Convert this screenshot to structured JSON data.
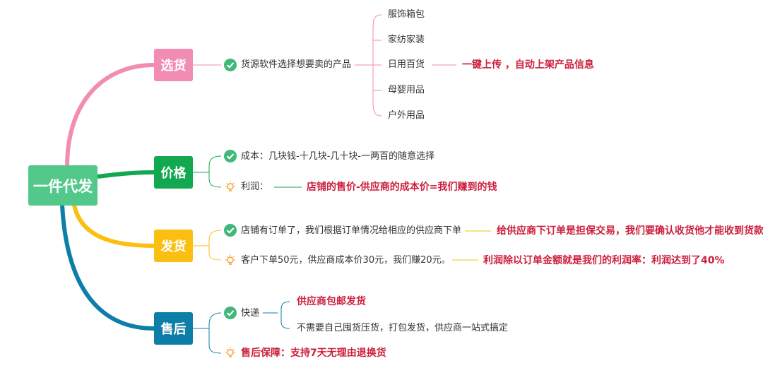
{
  "root": {
    "label": "一件代发",
    "color": "#52c88a"
  },
  "branches": {
    "xuanhuo": {
      "label": "选货",
      "color": "#f18cb2",
      "items": [
        {
          "icon": "check-icon",
          "text": "货源软件选择想要卖的产品"
        }
      ],
      "sub": [
        "服饰箱包",
        "家纺家装",
        "日用百货",
        "母婴用品",
        "户外用品"
      ],
      "note": "一键上传 ，自动上架产品信息"
    },
    "jiage": {
      "label": "价格",
      "color": "#12a84f",
      "items": [
        {
          "icon": "check-icon",
          "text": "成本：几块钱-十几块-几十块-一两百的随意选择"
        },
        {
          "icon": "bulb-icon",
          "text": "利润："
        }
      ],
      "note": "店铺的售价-供应商的成本价=我们赚到的钱"
    },
    "fahuo": {
      "label": "发货",
      "color": "#fbbf12",
      "items": [
        {
          "icon": "check-icon",
          "text": "店铺有订单了，我们根据订单情况给相应的供应商下单"
        },
        {
          "icon": "bulb-icon",
          "text": "客户下单50元，供应商成本价30元，我们赚20元。"
        }
      ],
      "notes": [
        "给供应商下订单是担保交易，我们要确认收货他才能收到货款",
        "利润除以订单金额就是我们的利润率：利润达到了40%"
      ]
    },
    "shouhou": {
      "label": "售后",
      "color": "#0d7ea8",
      "items": [
        {
          "icon": "check-icon",
          "text": "快递"
        },
        {
          "icon": "bulb-icon",
          "text": "售后保障：支持7天无理由退换货"
        }
      ],
      "sub": [
        "供应商包邮发货",
        "不需要自己囤货压货，打包发货，供应商一站式搞定"
      ]
    }
  }
}
